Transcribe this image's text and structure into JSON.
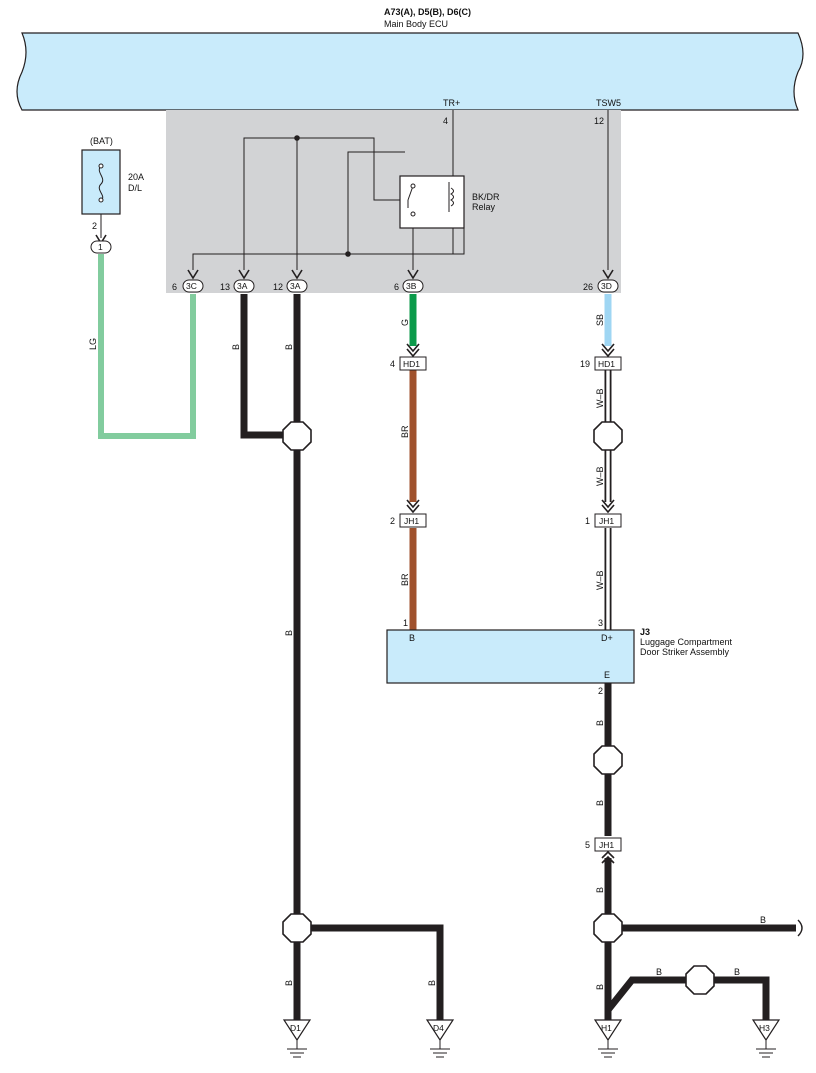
{
  "header": {
    "ecu_code": "A73(A), D5(B), D6(C)",
    "ecu_name": "Main Body ECU"
  },
  "ecu_terminals": {
    "tr_name": "TR+",
    "tr_pin": "4",
    "tsw_name": "TSW5",
    "tsw_pin": "12"
  },
  "fuse": {
    "source": "(BAT)",
    "rating": "20A",
    "name": "D/L",
    "pin": "2",
    "connector": "1"
  },
  "relay": {
    "name": "BK/DR",
    "label": "Relay"
  },
  "ecu_connectors": {
    "c3c": {
      "pin": "6",
      "id": "3C"
    },
    "c3a1": {
      "pin": "13",
      "id": "3A"
    },
    "c3a2": {
      "pin": "12",
      "id": "3A"
    },
    "c3b": {
      "pin": "6",
      "id": "3B"
    },
    "c3d": {
      "pin": "26",
      "id": "3D"
    }
  },
  "wires": {
    "lg": "LG",
    "b1": "B",
    "b2": "B",
    "g": "G",
    "sb": "SB",
    "br1": "BR",
    "br2": "BR",
    "wb1": "W–B",
    "wb2": "W–B",
    "wb3": "W–B",
    "b_long": "B",
    "b_d1": "B",
    "b_d4": "B",
    "b_e1": "B",
    "b_e2": "B",
    "b_e3": "B",
    "b_right": "B",
    "b_h_left": "B",
    "b_h_right": "B"
  },
  "junctions": {
    "hd1_left": {
      "pin": "4",
      "id": "HD1"
    },
    "hd1_right": {
      "pin": "19",
      "id": "HD1"
    },
    "jh1_left": {
      "pin": "2",
      "id": "JH1"
    },
    "jh1_right": {
      "pin": "1",
      "id": "JH1"
    },
    "jh1_lower": {
      "pin": "5",
      "id": "JH1"
    }
  },
  "striker": {
    "code": "J3",
    "name_line1": "Luggage Compartment",
    "name_line2": "Door Striker Assembly",
    "pin_b": "1",
    "term_b": "B",
    "pin_d": "3",
    "term_d": "D+",
    "term_e": "E",
    "pin_e": "2"
  },
  "grounds": {
    "d1": "D1",
    "d4": "D4",
    "h1": "H1",
    "h3": "H3"
  },
  "colors": {
    "ecu_fill": "#c9ebfb",
    "ecu_gray": "#d2d3d5",
    "wire_black": "#231f20",
    "wire_lg": "#82cc9e",
    "wire_green": "#0b9a4a",
    "wire_sb": "#9fd6f3",
    "wire_brown": "#a0522d"
  }
}
